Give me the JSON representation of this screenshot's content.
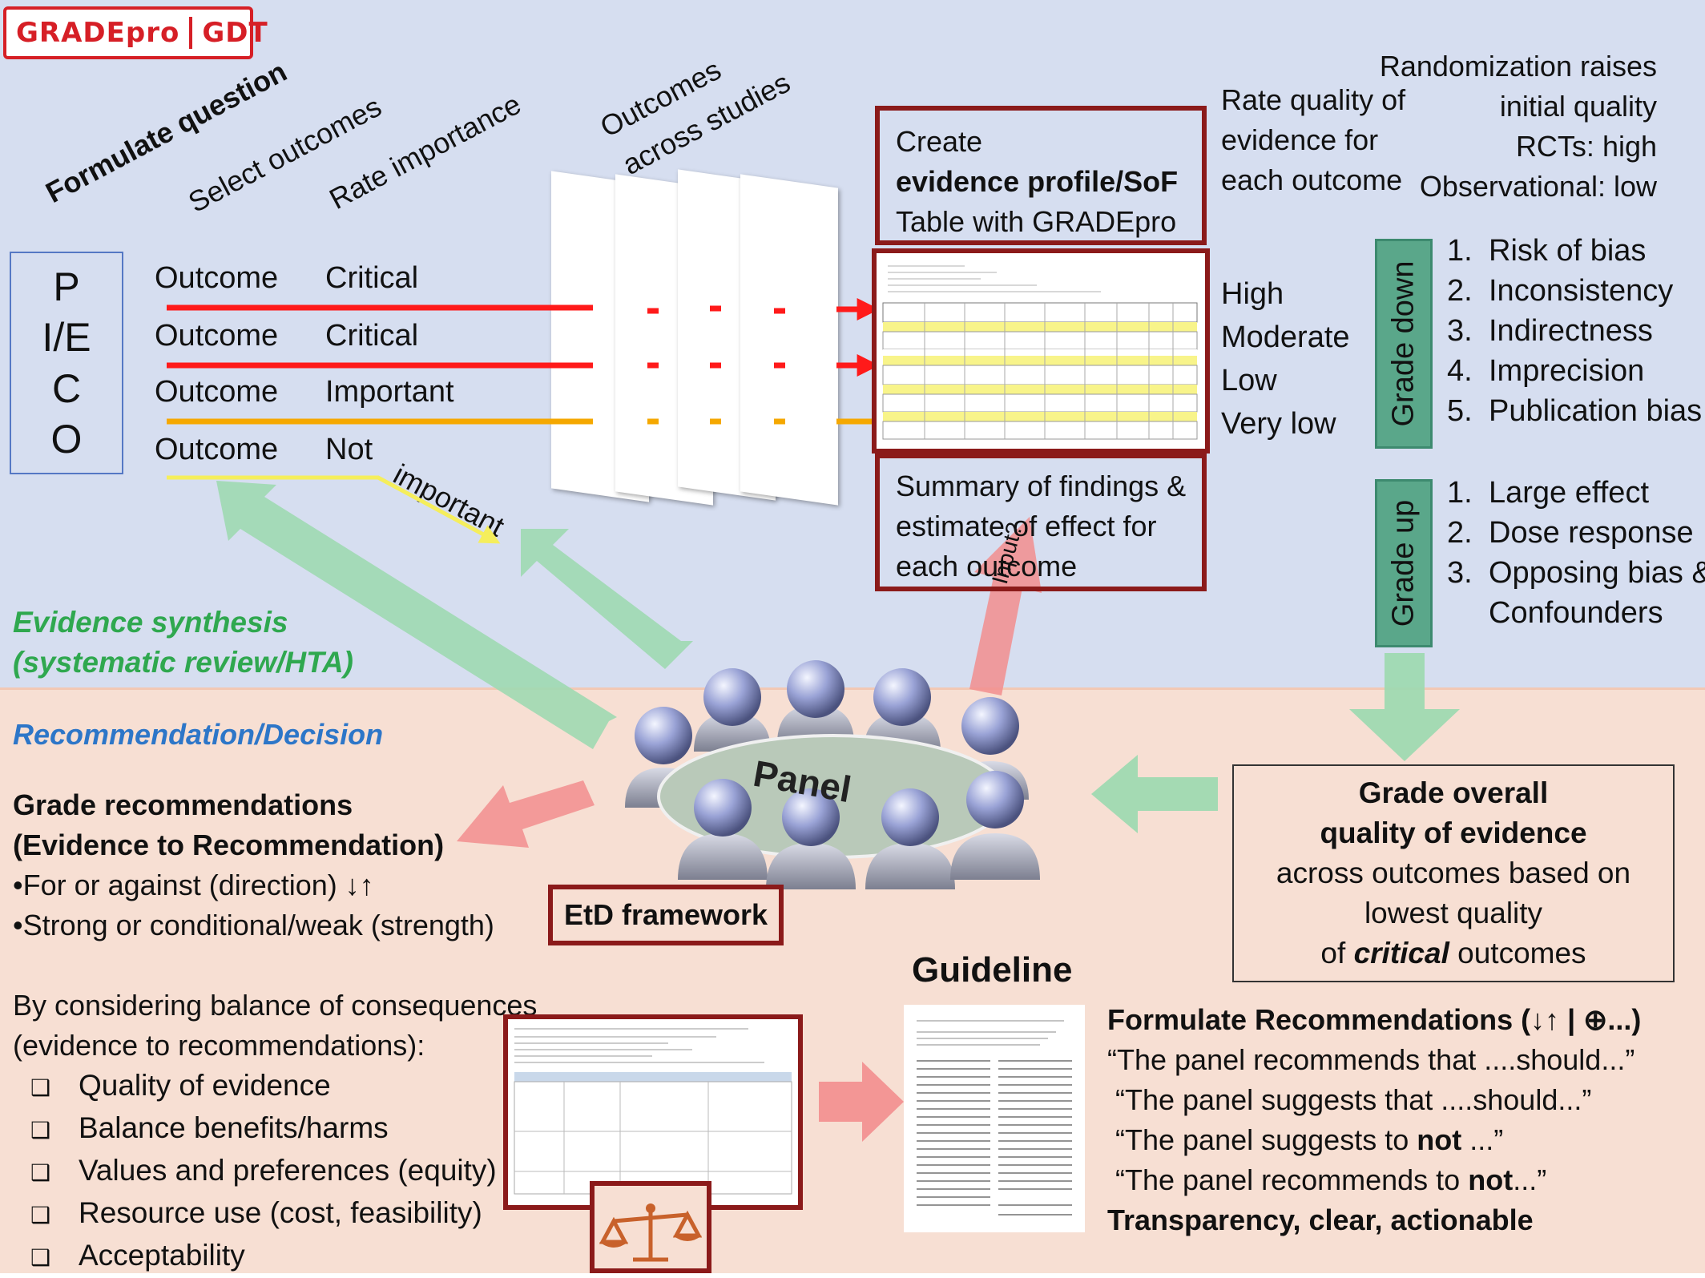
{
  "logo": {
    "part1": "GRADEpro",
    "part2": "GDT"
  },
  "headers": {
    "formulate": "Formulate question",
    "select": "Select outcomes",
    "rate": "Rate importance",
    "across_1": "Outcomes",
    "across_2": "across studies"
  },
  "peco": [
    "P",
    "I/E",
    "C",
    "O"
  ],
  "outcomes": [
    {
      "label": "Outcome",
      "importance": "Critical"
    },
    {
      "label": "Outcome",
      "importance": "Critical"
    },
    {
      "label": "Outcome",
      "importance": "Important"
    },
    {
      "label": "Outcome",
      "importance": "Not"
    }
  ],
  "not_important_tail": "important",
  "create_box": {
    "line1": "Create",
    "line2": "evidence profile/SoF",
    "line3": "Table with GRADEpro"
  },
  "rate_quality": {
    "line1": "Rate quality of",
    "line2": "evidence for",
    "line3": "each outcome"
  },
  "randomization": {
    "line1": "Randomization raises",
    "line2": "initial quality",
    "line3": "RCTs: high",
    "line4": "Observational: low"
  },
  "levels": [
    "High",
    "Moderate",
    "Low",
    "Very low"
  ],
  "grade_down": {
    "label": "Grade  down",
    "items": [
      "Risk of bias",
      "Inconsistency",
      "Indirectness",
      "Imprecision",
      "Publication bias"
    ]
  },
  "grade_up": {
    "label": "Grade  up",
    "items": [
      "Large effect",
      "Dose  response",
      "Opposing bias &"
    ],
    "continuation": "Confounders"
  },
  "summary_box": {
    "line1": "Summary of findings &",
    "line2": "estimate of effect for",
    "line3": "each outcome"
  },
  "input_label": "Input?",
  "evidence_synthesis": {
    "line1": "Evidence synthesis",
    "line2": "(systematic review/HTA)"
  },
  "recommendation_decision": "Recommendation/Decision",
  "panel_label": "Panel",
  "etd_label": "EtD framework",
  "grade_recs": {
    "line1": "Grade recommendations",
    "line2": "(Evidence to Recommendation)",
    "bullet1": "For or against (direction) ↓↑",
    "bullet2": "Strong or conditional/weak (strength)"
  },
  "considering": {
    "line1": "By considering balance of consequences",
    "line2": "(evidence to recommendations):",
    "items": [
      "Quality of evidence",
      "Balance benefits/harms",
      "Values and preferences (equity)",
      "Resource use (cost, feasibility)",
      "Acceptability"
    ]
  },
  "overall_box": {
    "line1": "Grade overall",
    "line2": "quality  of  evidence",
    "line3": "across outcomes based on",
    "line4": "lowest quality",
    "line5_pre": "of ",
    "line5_em": "critical",
    "line5_post": " outcomes"
  },
  "guideline_title": "Guideline",
  "formulate_recs": {
    "title": "Formulate Recommendations (↓↑ | ⊕...)",
    "q1": "“The panel recommends that ....should...”",
    "q2": "“The panel suggests that ....should...”",
    "q3_pre": "“The panel suggests to ",
    "q3_bold": "not",
    "q3_post": " ...”",
    "q4_pre": "“The panel recommends to ",
    "q4_bold": "not",
    "q4_post": "...”",
    "footer": "Transparency, clear, actionable"
  },
  "colors": {
    "critical": "#ff1a1a",
    "important": "#f5a800",
    "not_important": "#f5ee5c",
    "dark_red": "#8b1a1a",
    "green": "#2fa84f",
    "blue": "#2d76c8"
  }
}
